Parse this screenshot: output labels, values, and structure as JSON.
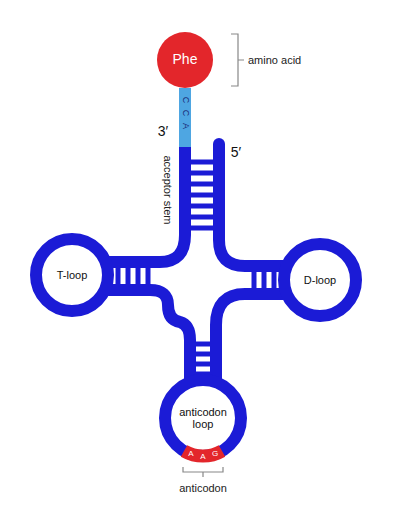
{
  "diagram": {
    "nodes": [
      {
        "text": [
          "Phe"
        ]
      },
      {
        "text": [
          "T-loop"
        ]
      },
      {
        "text": [
          "D-loop"
        ]
      },
      {
        "text": [
          "anticodon loop"
        ]
      }
    ],
    "labels": [
      "amino acid",
      "3′",
      "5′",
      "acceptor stem",
      "C",
      "C",
      "A",
      "A",
      "A",
      "G",
      "anticodon"
    ]
  }
}
